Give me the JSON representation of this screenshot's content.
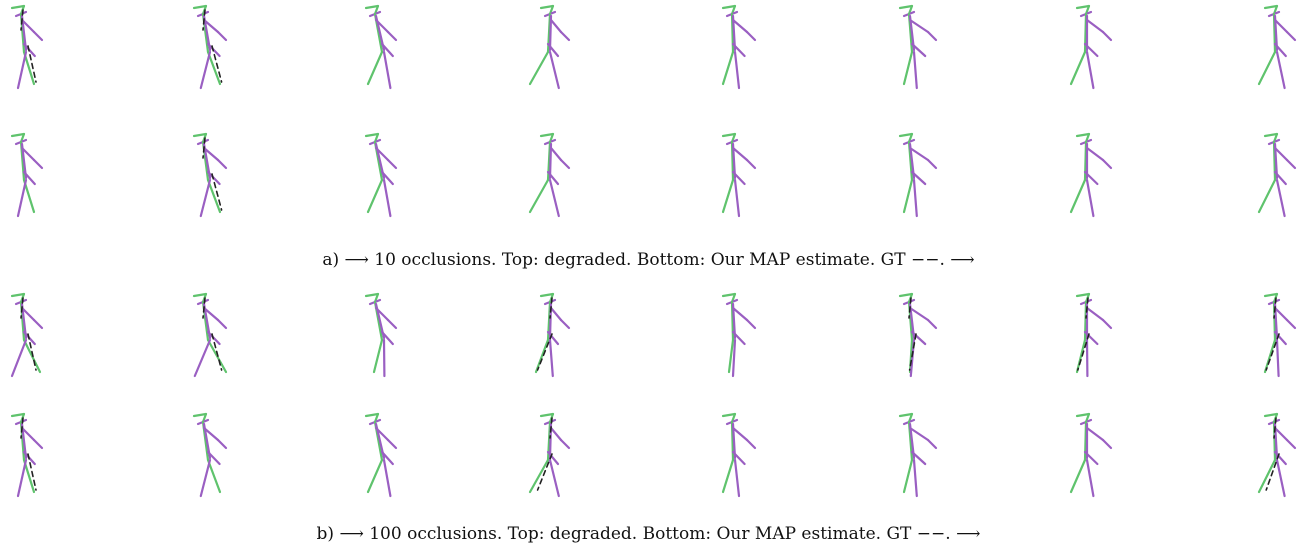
{
  "colors": {
    "body_limb": "#5fc36d",
    "opposite_limb": "#9a5fc2",
    "ground_truth": "#222222"
  },
  "panels": [
    {
      "caption": "a) ⟶ 10 occlusions. Top: degraded. Bottom: Our MAP estimate. GT −−. ⟶",
      "rows": [
        "degraded",
        "map-estimate"
      ]
    },
    {
      "caption": "b) ⟶ 100 occlusions. Top: degraded. Bottom: Our MAP estimate. GT −−. ⟶",
      "rows": [
        "degraded",
        "map-estimate"
      ]
    }
  ]
}
